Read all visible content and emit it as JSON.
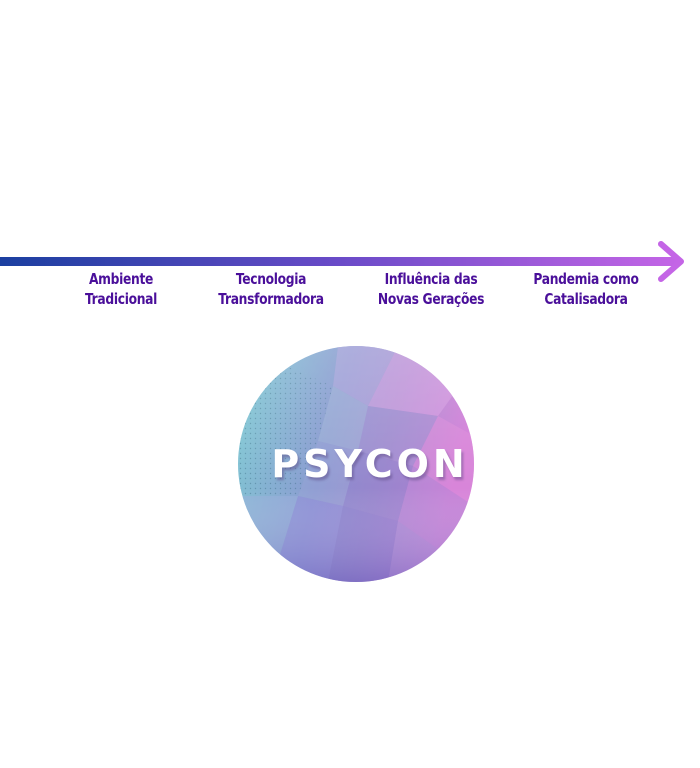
{
  "timeline": {
    "stages": [
      {
        "line1": "Ambiente",
        "line2": "Tradicional"
      },
      {
        "line1": "Tecnologia",
        "line2": "Transformadora"
      },
      {
        "line1": "Influência das",
        "line2": "Novas Gerações"
      },
      {
        "line1": "Pandemia como",
        "line2": "Catalisadora"
      }
    ]
  },
  "logo": {
    "text": "PSYCON"
  },
  "colors": {
    "label_text": "#4a0f9a",
    "arrow_start": "#1b3fa0",
    "arrow_mid": "#6a4bc8",
    "arrow_end": "#c465e6",
    "orb_teal": "#7ecfd4",
    "orb_violet": "#8a84cc",
    "orb_pink": "#d27fd8"
  }
}
